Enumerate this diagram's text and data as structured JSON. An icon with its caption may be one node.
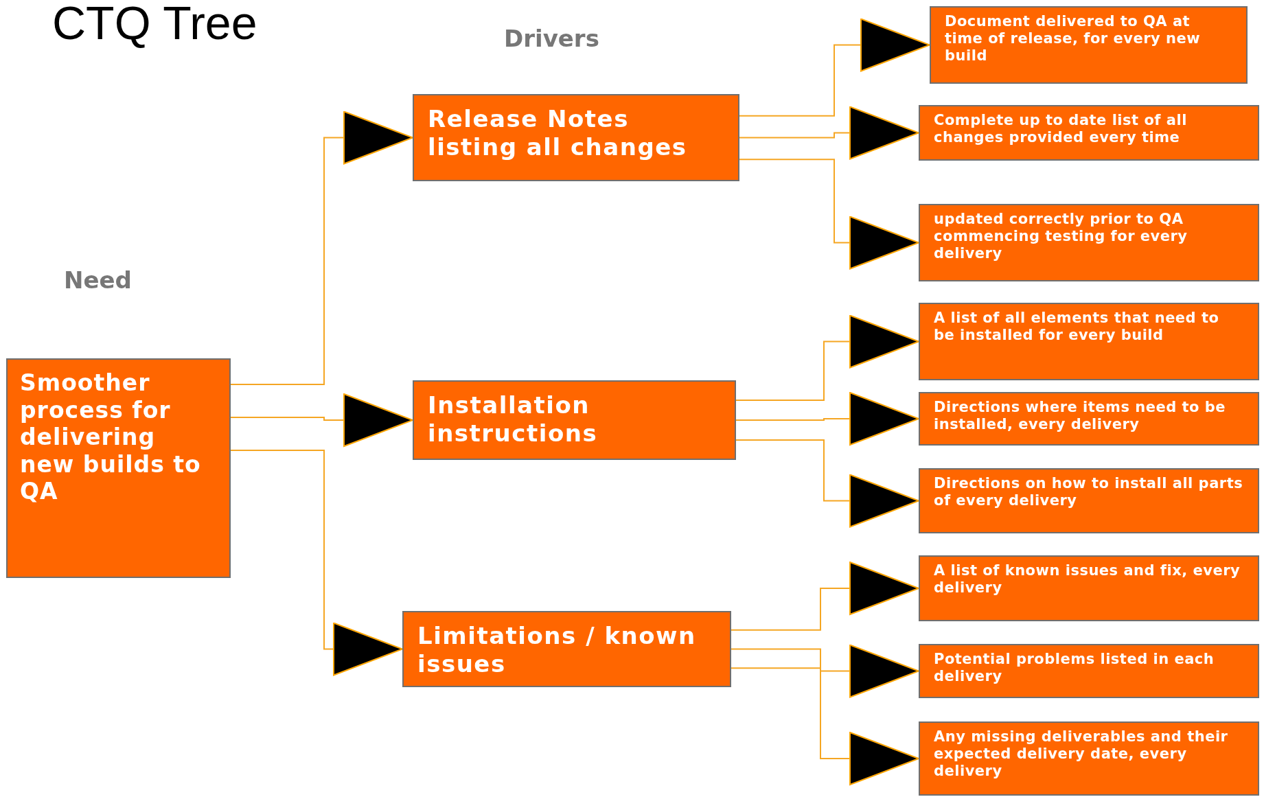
{
  "diagram": {
    "title": "CTQ Tree",
    "nodes": [
      {
        "text": [
          "Smoother process for delivering new builds to QA"
        ]
      },
      {
        "text": [
          "Release Notes listing all changes"
        ]
      },
      {
        "text": [
          "Document delivered to QA at time of release, for every new build"
        ]
      },
      {
        "text": [
          "Complete up to date list of all changes provided every time"
        ]
      },
      {
        "text": [
          "updated correctly prior to QA commencing testing for every delivery"
        ]
      },
      {
        "text": [
          "Installation instructions"
        ]
      },
      {
        "text": [
          "A list of all elements that need to be installed for every build"
        ]
      },
      {
        "text": [
          "Directions where items need to be installed, every delivery"
        ]
      },
      {
        "text": [
          "Directions on how to install all parts of every delivery"
        ]
      },
      {
        "text": [
          "Limitations / known issues"
        ]
      },
      {
        "text": [
          "A list of known issues and fix, every delivery"
        ]
      },
      {
        "text": [
          "Potential problems listed in each delivery"
        ]
      },
      {
        "text": [
          "Any missing deliverables and their expected delivery date, every delivery"
        ]
      }
    ],
    "edges": [
      {
        "from": 0,
        "to": 1,
        "arrow": "to"
      },
      {
        "from": 0,
        "to": 5,
        "arrow": "to"
      },
      {
        "from": 0,
        "to": 9,
        "arrow": "to"
      },
      {
        "from": 1,
        "to": 2,
        "arrow": "to"
      },
      {
        "from": 1,
        "to": 3,
        "arrow": "to"
      },
      {
        "from": 1,
        "to": 4,
        "arrow": "to"
      },
      {
        "from": 5,
        "to": 6,
        "arrow": "to"
      },
      {
        "from": 5,
        "to": 7,
        "arrow": "to"
      },
      {
        "from": 5,
        "to": 8,
        "arrow": "to"
      },
      {
        "from": 9,
        "to": 10,
        "arrow": "to"
      },
      {
        "from": 9,
        "to": 11,
        "arrow": "to"
      },
      {
        "from": 9,
        "to": 12,
        "arrow": "to"
      }
    ],
    "labels": [
      "Drivers",
      "Need"
    ]
  }
}
